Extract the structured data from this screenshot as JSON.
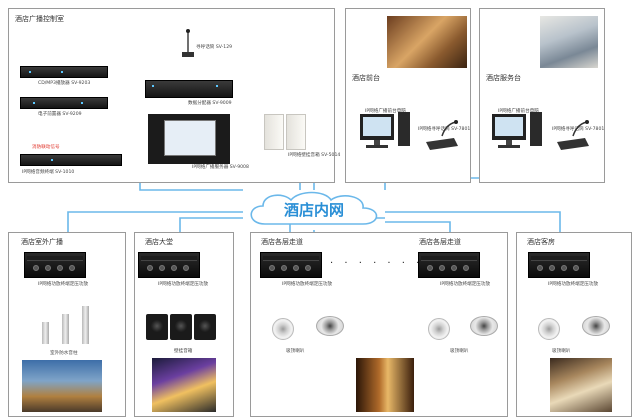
{
  "colors": {
    "network": "#6bb8ea",
    "cloud_text": "#2a8fd6",
    "border": "#9a9a9a"
  },
  "control_room": {
    "title": "酒店广播控制室",
    "devices": {
      "tuner": "CD/MP3播放器 SV-9203",
      "preamp": "电子前置器 SV-9209",
      "mic": "寻呼话筒 SV-129",
      "matrix": "数据分配器 SV-9009",
      "server": "IP网络广播服务器 SV-9008",
      "terminal": "IP网络音频终端 SV-1010",
      "fire_signal": "消防联动信号",
      "wall_speaker": "IP网络壁挂音箱 SV-5014"
    }
  },
  "front_desk": {
    "title": "酒店前台",
    "pc": "IP网络广播前台电脑",
    "mic": "IP网络寻呼话筒 SV-7801"
  },
  "service_desk": {
    "title": "酒店服务台",
    "pc": "IP网络广播前台电脑",
    "mic": "IP网络寻呼话筒 SV-7801"
  },
  "network": {
    "label": "酒店内网"
  },
  "zones": [
    {
      "title": "酒店室外广播",
      "amp": "IP网络功放终端定压功放",
      "speaker": "室外防水音柱"
    },
    {
      "title": "酒店大堂",
      "amp": "IP网络功放终端定压功放",
      "speaker": "壁挂音箱"
    },
    {
      "title": "酒店各层走道",
      "amp": "IP网络功放终端定压功放",
      "speaker": "吸顶喇叭"
    },
    {
      "title": "酒店各层走道",
      "amp": "IP网络功放终端定压功放",
      "speaker": "吸顶喇叭"
    },
    {
      "title": "酒店客房",
      "amp": "IP网络功放终端定压功放",
      "speaker": "吸顶喇叭"
    }
  ]
}
